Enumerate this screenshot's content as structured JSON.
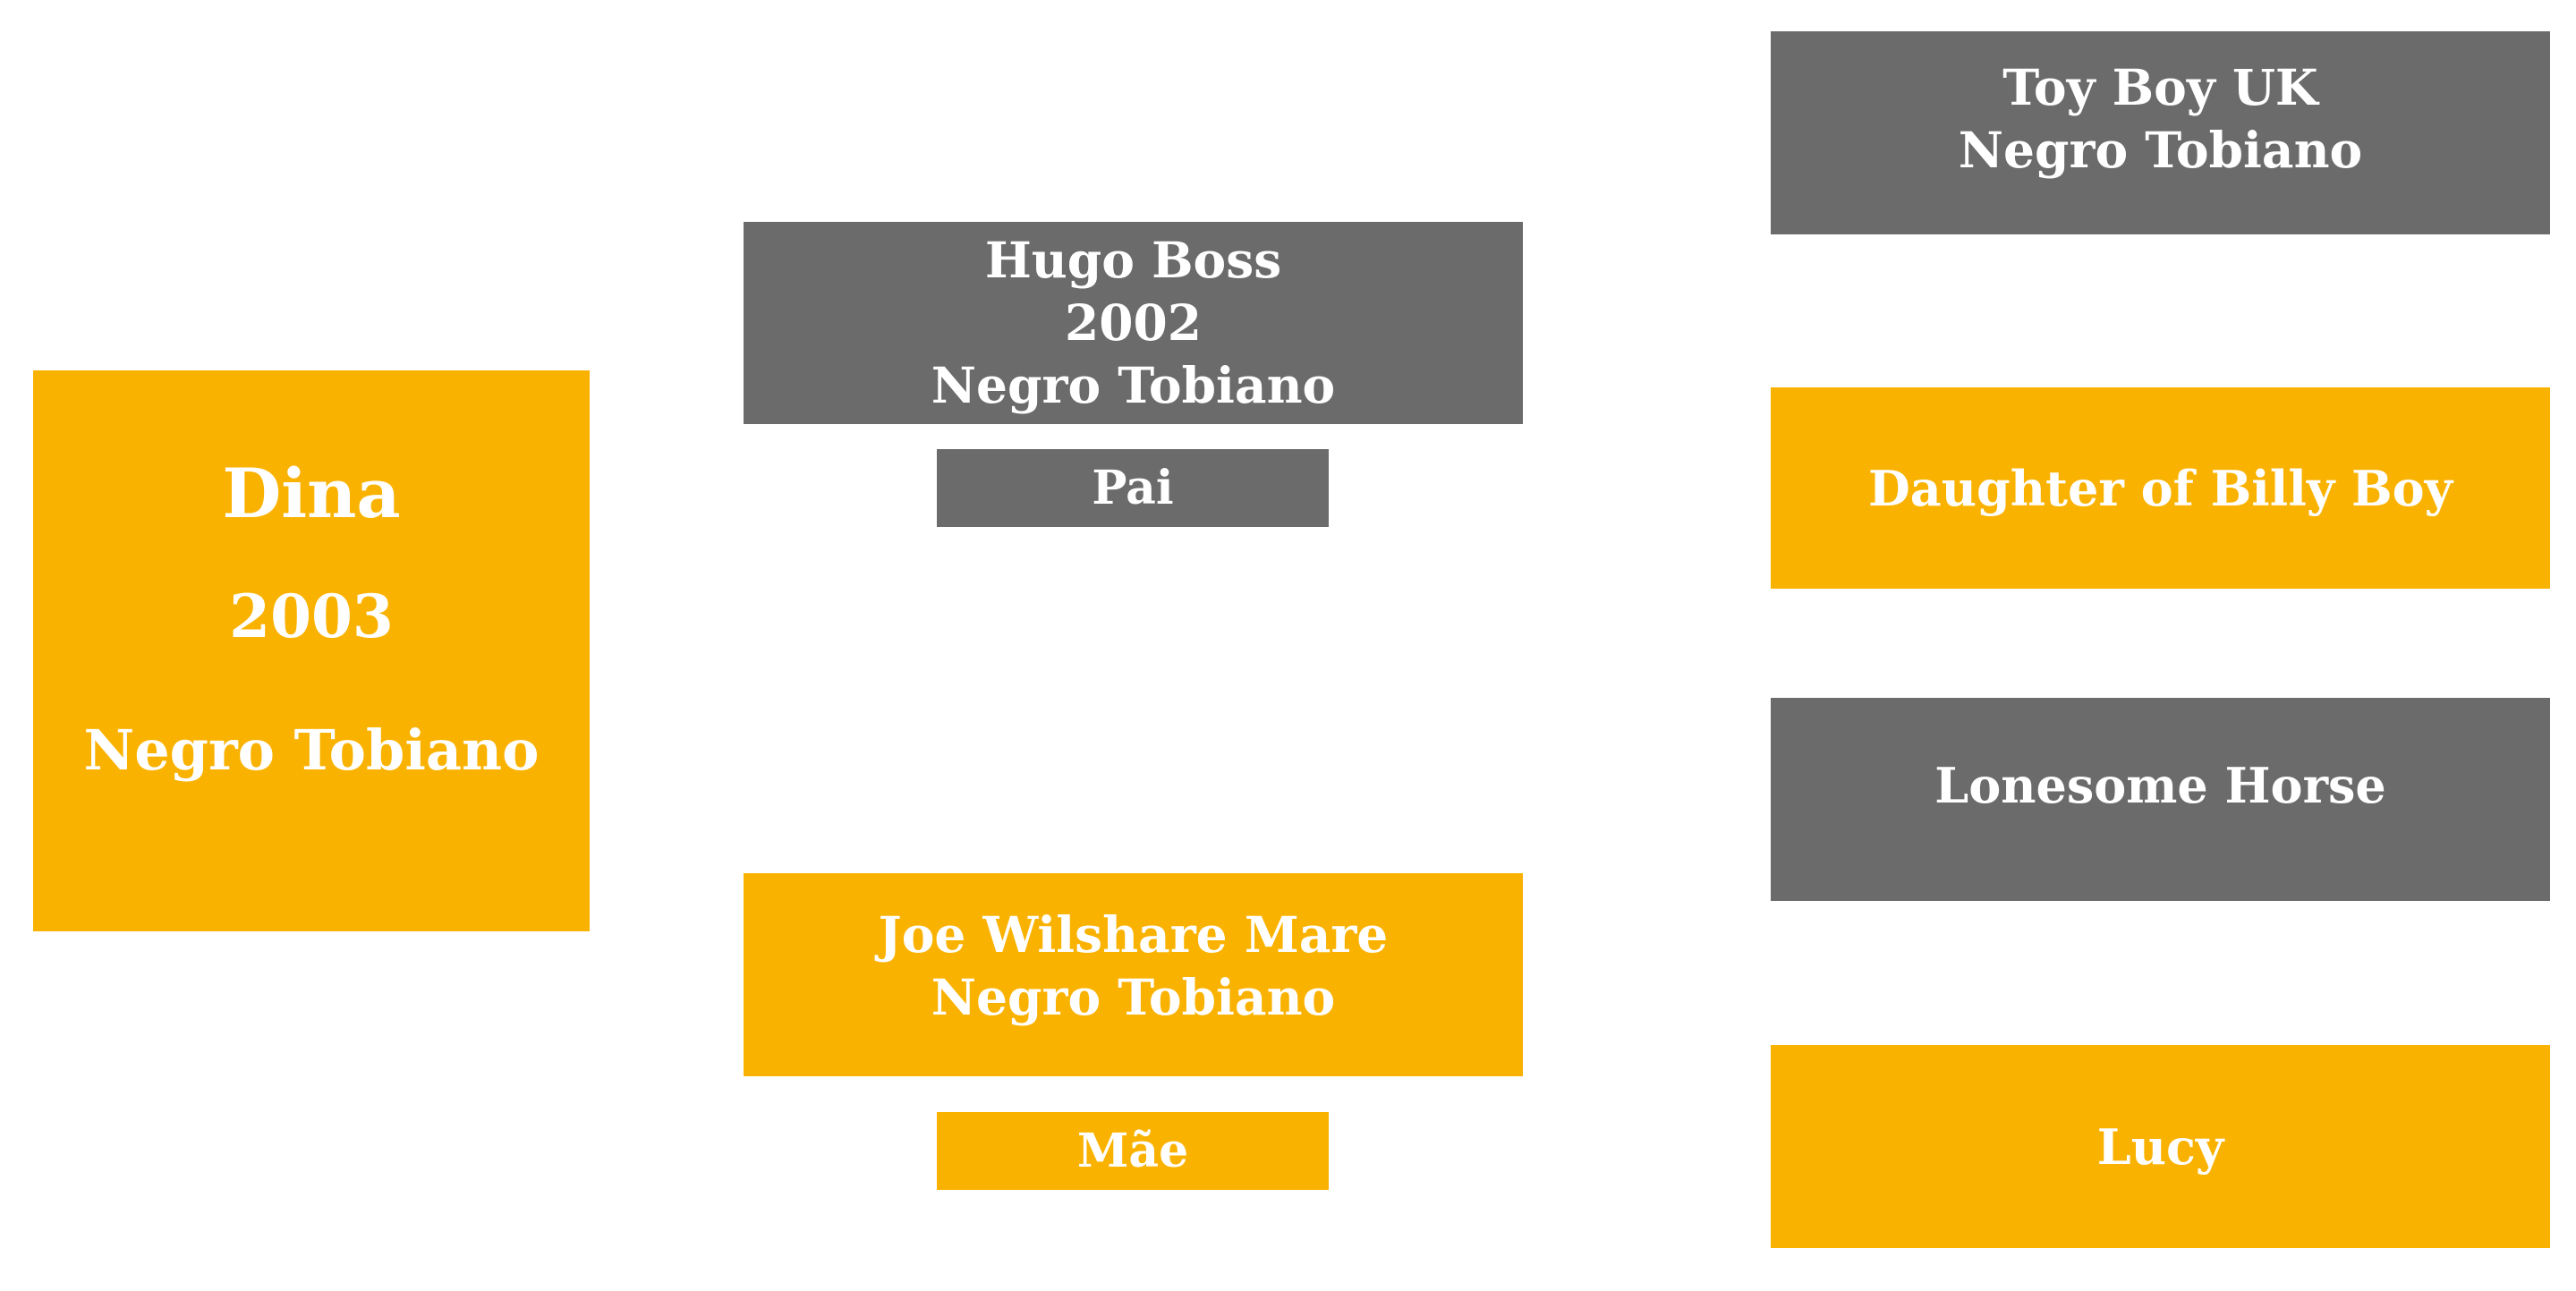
{
  "subject": {
    "name": "Dina",
    "year": "2003",
    "color": "Negro Tobiano"
  },
  "sire": {
    "name": "Hugo Boss",
    "year": "2002",
    "color": "Negro Tobiano",
    "role_label": "Pai"
  },
  "dam": {
    "name": "Joe Wilshare Mare",
    "color": "Negro Tobiano",
    "role_label": "Mãe"
  },
  "paternal_grandsire": {
    "name": "Toy Boy UK",
    "color": "Negro Tobiano"
  },
  "paternal_granddam": {
    "name": "Daughter of Billy Boy"
  },
  "maternal_grandsire": {
    "name": "Lonesome Horse"
  },
  "maternal_granddam": {
    "name": "Lucy"
  },
  "colors": {
    "female_box": "#fab200",
    "male_box": "#6b6b6b",
    "text": "#ffffff"
  }
}
